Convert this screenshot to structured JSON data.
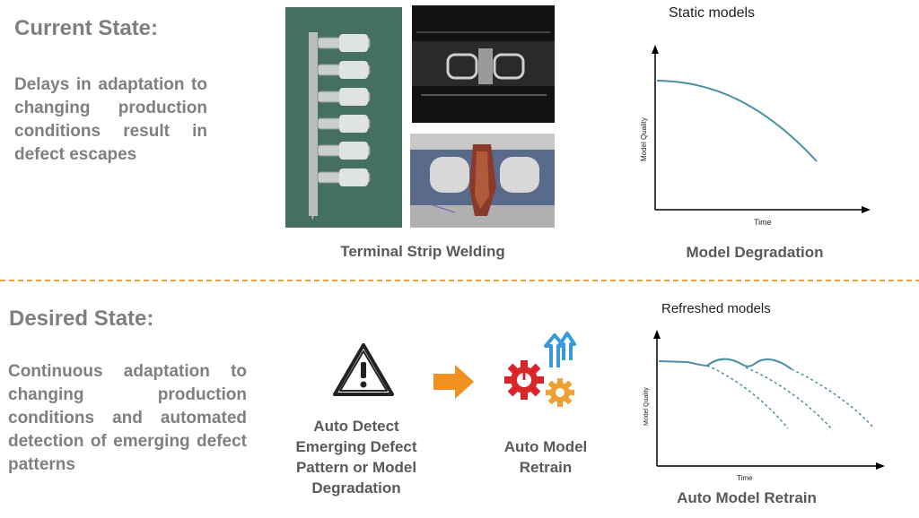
{
  "current": {
    "heading": "Current State:",
    "description": "Delays in adaptation to changing production conditions result in defect escapes",
    "images_caption": "Terminal Strip Welding",
    "chart_caption": "Model Degradation",
    "chart_title": "Static models",
    "chart_ylabel": "Model Quality",
    "chart_xlabel": "Time"
  },
  "desired": {
    "heading": "Desired State:",
    "description": "Continuous adaptation to changing production conditions and automated detection of emerging defect patterns",
    "detect_label": "Auto Detect Emerging Defect Pattern or Model Degradation",
    "retrain_label": "Auto Model Retrain",
    "chart_caption": "Auto Model Retrain",
    "chart_title": "Refreshed models",
    "chart_ylabel": "Model Quality",
    "chart_xlabel": "Time"
  },
  "colors": {
    "text_gray": "#7f7f7f",
    "divider": "#e8a040",
    "curve": "#4a8fa0",
    "arrow": "#f0901e",
    "gear_red": "#d9262a",
    "gear_orange": "#f0a030",
    "up_arrow": "#3a9ad9"
  }
}
